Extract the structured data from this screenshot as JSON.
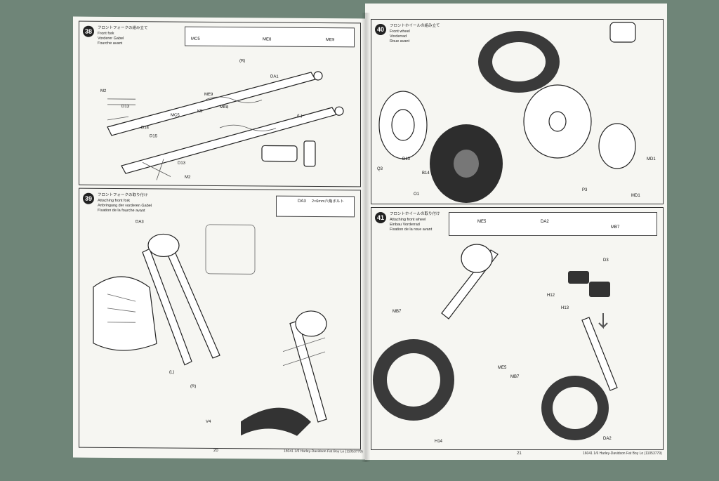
{
  "left_page": {
    "step38": {
      "number": "38",
      "title_jp": "フロントフォークの組み立て",
      "title_lines": [
        "Front fork",
        "Vorderer Gabel",
        "Fourche avant"
      ],
      "parts": [
        "MC5",
        "ME8",
        "ME9"
      ],
      "labels": [
        "M2",
        "D13",
        "D14",
        "D15",
        "MC5",
        "K5",
        "ME9",
        "ME8",
        "DA1",
        "(R)",
        "(L)",
        "M2",
        "D13"
      ]
    },
    "step39": {
      "number": "39",
      "title_jp": "フロントフォークの取り付け",
      "title_lines": [
        "Attaching front fork",
        "Anbringung der vorderen Gabel",
        "Fixation de la fourche avant"
      ],
      "parts": [
        "DA3"
      ],
      "part_desc": "2×6mm六角ボルト",
      "labels": [
        "DA3",
        "(L)",
        "(R)",
        "V4"
      ]
    },
    "page_number": "20",
    "footer": "16041 1/6 Harley-Davidson Fat Boy Lo (11053779)"
  },
  "right_page": {
    "step40": {
      "number": "40",
      "title_jp": "フロントホイールの組み立て",
      "title_lines": [
        "Front wheel",
        "Vorderrad",
        "Roue avant"
      ],
      "labels": [
        "Q3",
        "D13",
        "B14",
        "O1",
        "P3",
        "MD1",
        "MD1"
      ]
    },
    "step41": {
      "number": "41",
      "title_jp": "フロントホイールの取り付け",
      "title_lines": [
        "Attaching front wheel",
        "Einbau Vorderrad",
        "Fixation de la roue avant"
      ],
      "parts": [
        "ME5",
        "DA2",
        "MB7"
      ],
      "labels": [
        "MB7",
        "ME5",
        "MB7",
        "D3",
        "H12",
        "H13",
        "DA2",
        "H14"
      ]
    },
    "page_number": "21",
    "footer": "16041 1/6 Harley-Davidson Fat Boy Lo (11053779)"
  },
  "colors": {
    "background": "#6f8578",
    "paper": "#f6f6f2",
    "ink": "#222222"
  }
}
